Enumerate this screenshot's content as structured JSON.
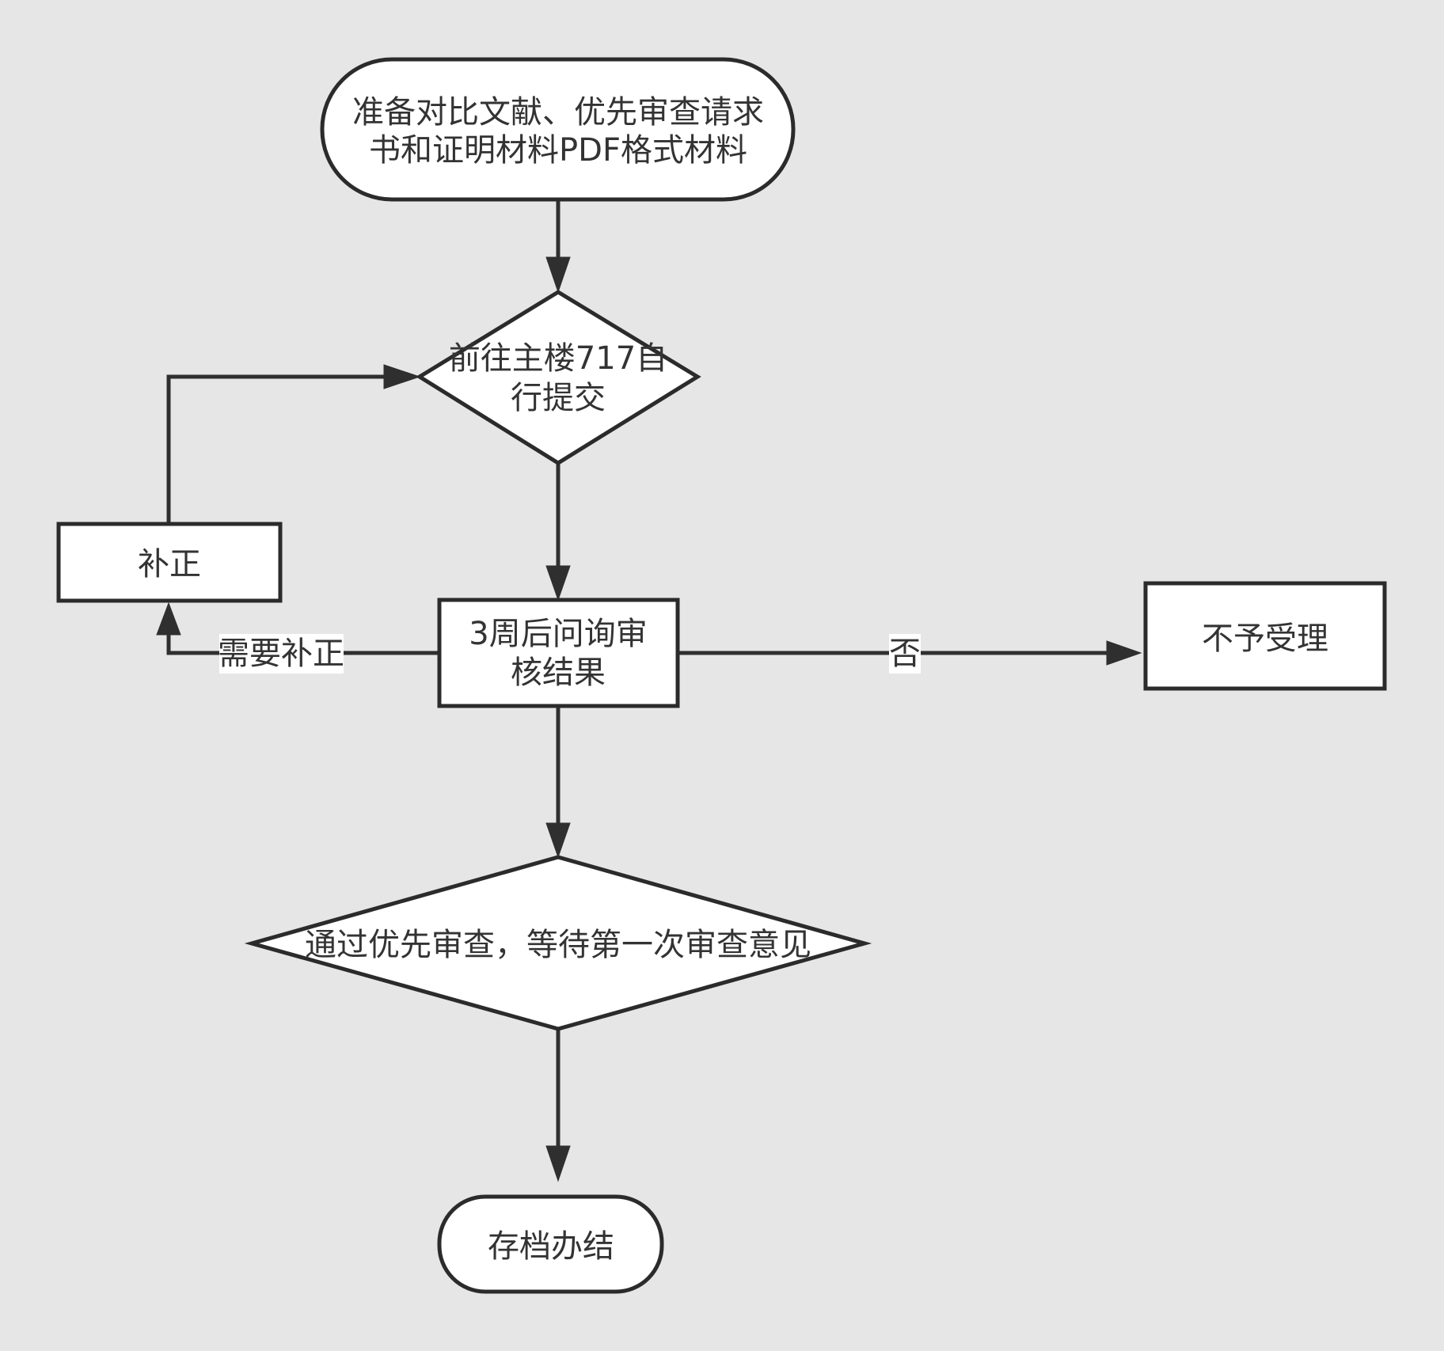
{
  "diagram": {
    "background": "#e6e6e6",
    "node_fill": "#ffffff",
    "stroke_color": "#2b2b2b",
    "nodes": {
      "start": {
        "shape": "terminal",
        "lines": [
          "准备对比文献、优先审查请求",
          "书和证明材料PDF格式材料"
        ]
      },
      "submit": {
        "shape": "decision",
        "lines": [
          "前往主楼717自",
          "行提交"
        ]
      },
      "inquire": {
        "shape": "process",
        "lines": [
          "3周后问询审",
          "核结果"
        ]
      },
      "correction": {
        "shape": "process",
        "lines": [
          "补正"
        ]
      },
      "rejected": {
        "shape": "process",
        "lines": [
          "不予受理"
        ]
      },
      "passed": {
        "shape": "decision",
        "lines": [
          "通过优先审查，等待第一次审查意见"
        ]
      },
      "archive": {
        "shape": "terminal",
        "lines": [
          "存档办结"
        ]
      }
    },
    "edges": {
      "start_to_submit": {
        "from": "start",
        "to": "submit",
        "label": ""
      },
      "submit_to_inquire": {
        "from": "submit",
        "to": "inquire",
        "label": ""
      },
      "inquire_to_correction": {
        "from": "inquire",
        "to": "correction",
        "label": "需要补正"
      },
      "correction_to_submit": {
        "from": "correction",
        "to": "submit",
        "label": ""
      },
      "inquire_to_rejected": {
        "from": "inquire",
        "to": "rejected",
        "label": "否"
      },
      "inquire_to_passed": {
        "from": "inquire",
        "to": "passed",
        "label": ""
      },
      "passed_to_archive": {
        "from": "passed",
        "to": "archive",
        "label": ""
      }
    }
  }
}
